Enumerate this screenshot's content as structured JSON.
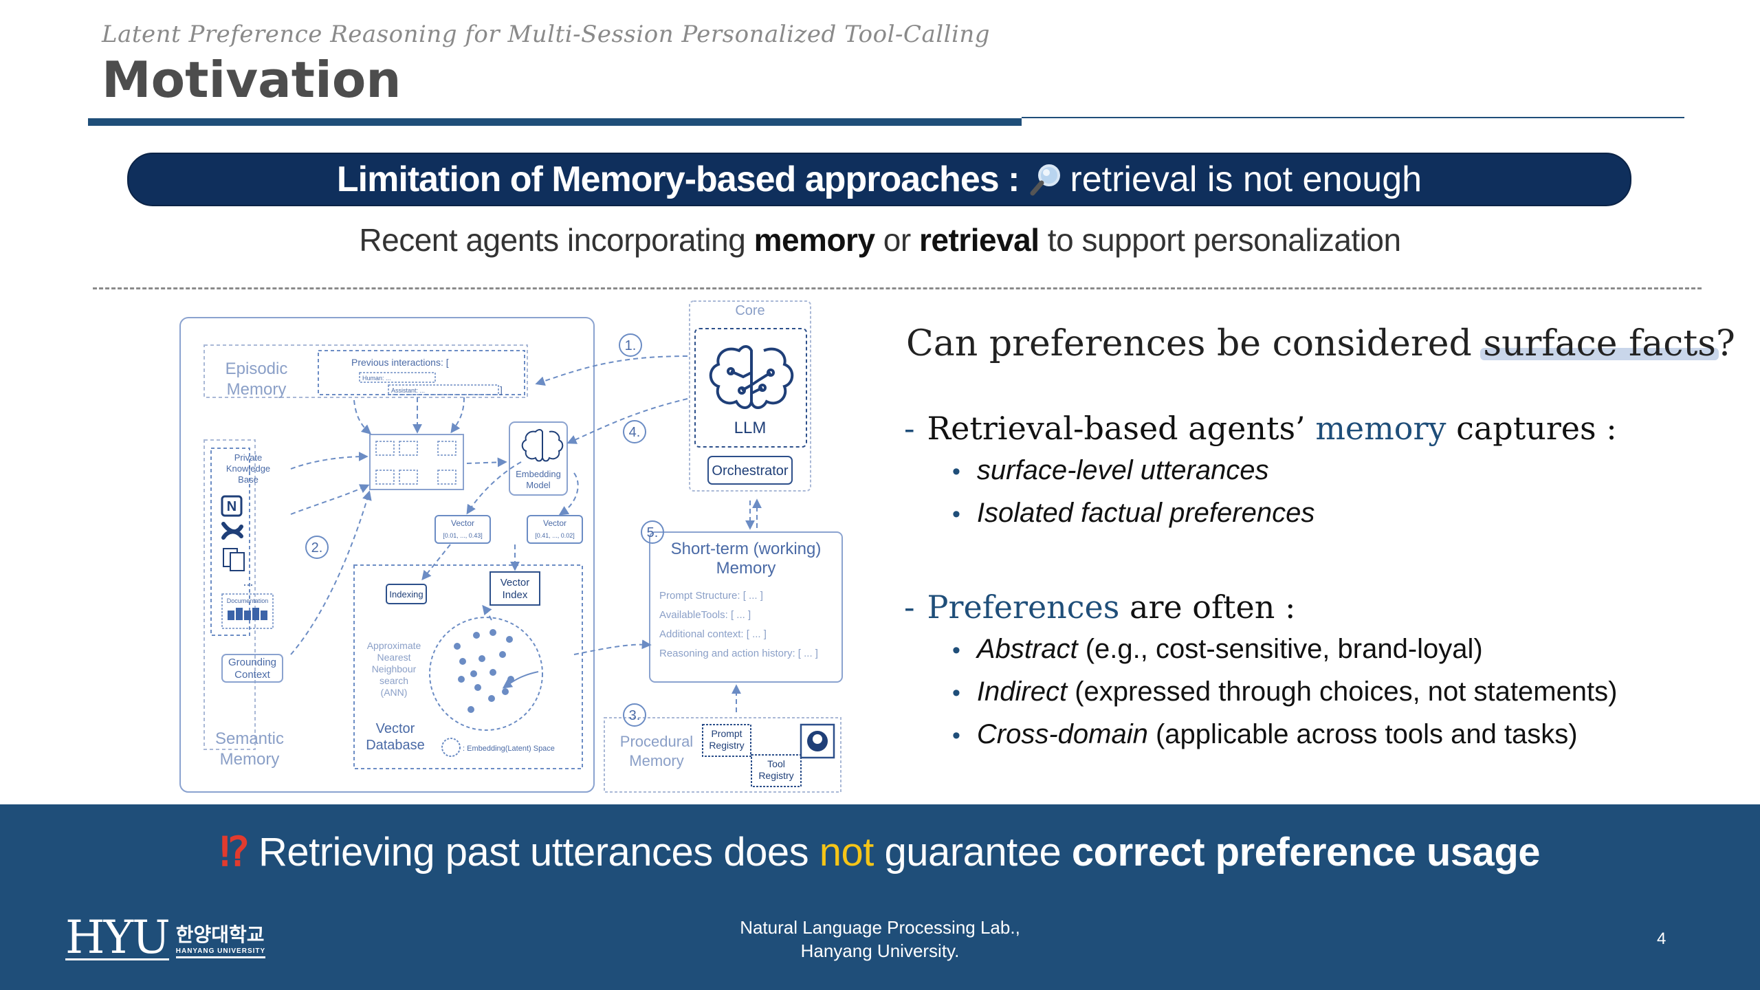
{
  "header": {
    "subtitle": "Latent Preference Reasoning for Multi-Session Personalized Tool-Calling",
    "title": "Motivation"
  },
  "banner": {
    "bold_text": "Limitation of Memory-based approaches :",
    "icon": "magnifier-icon",
    "rest_text": "retrieval is not enough"
  },
  "lead": {
    "part1": "Recent agents incorporating ",
    "memory": "memory",
    "part2": " or ",
    "retrieval": "retrieval",
    "part3": " to support personalization"
  },
  "diagram": {
    "episodic": "Episodic",
    "episodic2": "Memory",
    "prev_interactions": "Previous interactions: [",
    "human": "Human: ...",
    "assistant": "Assistant: ...",
    "bracket": "]",
    "private_kb1": "Private",
    "private_kb2": "Knowledge",
    "private_kb3": "Base",
    "documentation": "Documentation",
    "ellipsis": "...",
    "grounding1": "Grounding",
    "grounding2": "Context",
    "semantic1": "Semantic",
    "semantic2": "Memory",
    "embedding1": "Embedding",
    "embedding2": "Model",
    "vector_label": "Vector",
    "vector1_values": "[0.01, ..., 0.43]",
    "vector2_values": "[0.41, ..., 0.02]",
    "indexing": "Indexing",
    "vector_index1": "Vector",
    "vector_index2": "Index",
    "ann1": "Approximate",
    "ann2": "Nearest",
    "ann3": "Neighbour",
    "ann4": "search",
    "ann5": "(ANN)",
    "vdb1": "Vector",
    "vdb2": "Database",
    "embedding_space": ": Embedding(Latent) Space",
    "core": "Core",
    "llm": "LLM",
    "orchestrator": "Orchestrator",
    "stm1": "Short-term (working)",
    "stm2": "Memory",
    "prompt_structure": "Prompt Structure: [ ... ]",
    "available_tools": "AvailableTools: [ ... ]",
    "additional_context": "Additional context: [ ... ]",
    "reasoning_history": "Reasoning and action history: [ ... ]",
    "procedural1": "Procedural",
    "procedural2": "Memory",
    "prompt_registry1": "Prompt",
    "prompt_registry2": "Registry",
    "tool_registry1": "Tool",
    "tool_registry2": "Registry",
    "step1": "1.",
    "step2": "2.",
    "step3": "3.",
    "step4": "4.",
    "step5": "5.",
    "notion_icon": "notion-icon",
    "confluence_icon": "confluence-icon",
    "pdf_icon": "pdf-icon",
    "brain_icon": "brain-icon",
    "github_icon": "github-icon"
  },
  "question": {
    "part1": "Can ",
    "preferences": "preferences",
    "part2": " be considered ",
    "surface": "surface facts",
    "qmark": "?"
  },
  "point1": {
    "dash": "-",
    "part1": "Retrieval-based agents’ ",
    "memory": "memory",
    "part2": " captures :",
    "bullets": [
      {
        "italic": "surface-level utterances",
        "rest": ""
      },
      {
        "italic": "Isolated factual preferences",
        "rest": ""
      }
    ]
  },
  "point2": {
    "dash": "-",
    "preferences": "Preferences",
    "part2": " are often :",
    "bullets": [
      {
        "italic": "Abstract",
        "rest": " (e.g., cost-sensitive, brand-loyal)"
      },
      {
        "italic": "Indirect",
        "rest": " (expressed through choices, not statements)"
      },
      {
        "italic": "Cross-domain",
        "rest": " (applicable across tools and tasks)"
      }
    ]
  },
  "footer": {
    "alert_icon": "⁉",
    "part1": "Retrieving past utterances does ",
    "not": "not",
    "part2": " guarantee ",
    "strong": "correct preference usage",
    "lab_line1": "Natural Language Processing Lab.,",
    "lab_line2": "Hanyang University.",
    "page_number": "4",
    "logo_hyu": "HYU",
    "logo_kr": "한양대학교",
    "logo_en": "HANYANG UNIVERSITY"
  },
  "colors": {
    "navy": "#0f2f5c",
    "accent_blue": "#1f4e79",
    "diagram_blue": "#6b8cc4",
    "yellow": "#f5c518",
    "red": "#e23b2e"
  }
}
